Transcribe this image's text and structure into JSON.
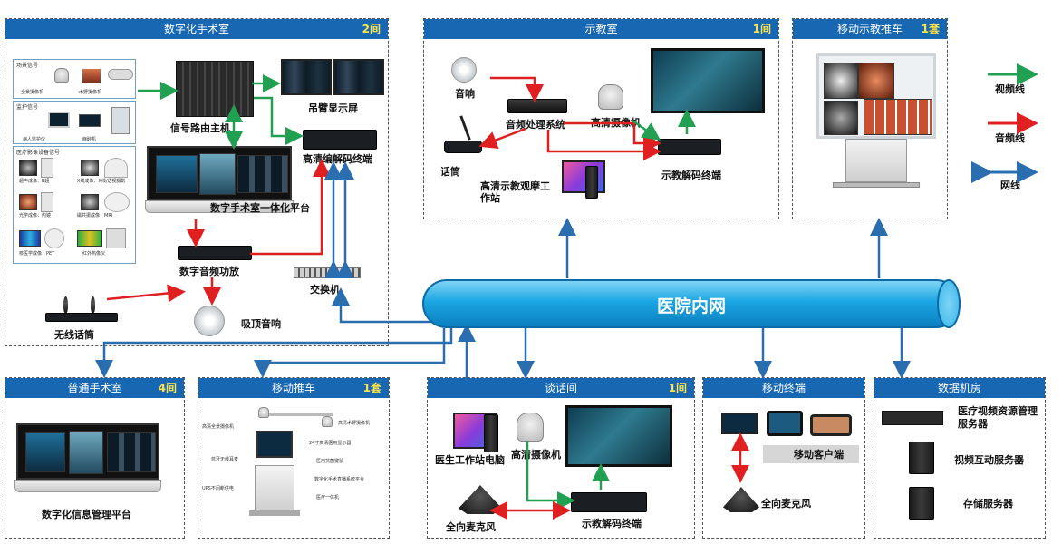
{
  "legend": [
    {
      "label": "视频线",
      "color": "#20a050"
    },
    {
      "label": "音频线",
      "color": "#e02020"
    },
    {
      "label": "网线",
      "color": "#2a6eb0"
    }
  ],
  "network": {
    "label": "医院内网"
  },
  "panels": {
    "digital_or": {
      "title": "数字化手术室",
      "count": "2间",
      "groups": {
        "scene": {
          "title": "场景信号",
          "items": [
            "全景摄像机",
            "术野摄像机"
          ]
        },
        "monitor": {
          "title": "监护信号",
          "items": [
            "病人监护仪",
            "麻醉机"
          ]
        },
        "imaging": {
          "title": "医疗影像设备信号",
          "items": [
            "超声成像：B超",
            "X线成像：X线/透视摄影",
            "光学成像：内镜",
            "磁共振成像：MRI",
            "核医学成像：PET",
            "红外热像仪"
          ]
        }
      },
      "labels": {
        "router": "信号路由主机",
        "ceiling_screen": "吊臂显示屏",
        "hd_codec": "高清编解码终端",
        "platform": "数字手术室一体化平台",
        "amp": "数字音频功放",
        "switch": "交换机",
        "wireless_mic": "无线话筒",
        "ceiling_speaker": "吸顶音响"
      }
    },
    "classroom": {
      "title": "示教室",
      "count": "1间",
      "labels": {
        "speaker": "音响",
        "audio_proc": "音频处理系统",
        "hd_camera": "高清摄像机",
        "mic": "话筒",
        "workstation": "高清示教观摩工作站",
        "decoder": "示教解码终端"
      }
    },
    "mobile_cart": {
      "title": "移动示教推车",
      "count": "1套"
    },
    "normal_or": {
      "title": "普通手术室",
      "count": "4间",
      "labels": {
        "platform": "数字化信息管理平台"
      }
    },
    "mobile_trolley": {
      "title": "移动推车",
      "count": "1套",
      "callouts": [
        "高清全景摄像机",
        "高清术野摄像机",
        "24寸高清医用显示器",
        "蓝牙无线耳麦",
        "医用抗菌键鼠",
        "UPS不间断供电",
        "数字化手术直播系统平台",
        "医疗一体机"
      ]
    },
    "talk_room": {
      "title": "谈话间",
      "count": "1间",
      "labels": {
        "pc": "医生工作站电脑",
        "camera": "高清摄像机",
        "mic": "全向麦克风",
        "decoder": "示教解码终端"
      }
    },
    "mobile_terminal": {
      "title": "移动终端",
      "labels": {
        "client": "移动客户端",
        "mic": "全向麦克风"
      }
    },
    "datacenter": {
      "title": "数据机房",
      "servers": [
        "医疗视频资源管理服务器",
        "视频互动服务器",
        "存储服务器"
      ]
    }
  }
}
